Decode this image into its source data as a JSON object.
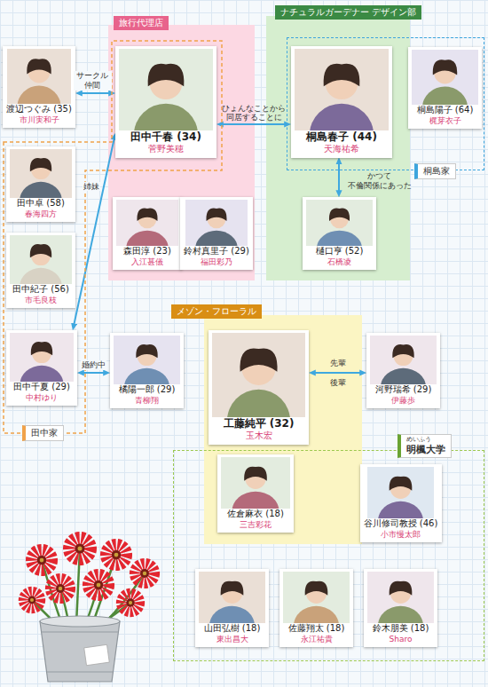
{
  "diagram": {
    "nodes": [
      {
        "text": [
          "旅行代理店"
        ]
      },
      {
        "text": [
          "渡辺つぐみ (35)",
          "市川実和子"
        ]
      },
      {
        "text": [
          "田中千春 (34)",
          "菅野美穂"
        ],
        "in": 0
      },
      {
        "text": [
          "森田淳 (23)",
          "入江甚儀"
        ],
        "in": 0
      },
      {
        "text": [
          "鈴村真里子 (29)",
          "福田彩乃"
        ],
        "in": 0
      },
      {
        "text": [
          "ナチュラルガーデナー デザイン部"
        ]
      },
      {
        "text": [
          "桐島春子 (44)",
          "天海祐希"
        ],
        "in": 5
      },
      {
        "text": [
          "樋口亨 (52)",
          "石橋凌"
        ],
        "in": 5
      },
      {
        "text": [
          "桐島家"
        ]
      },
      {
        "text": [
          "桐島陽子 (64)",
          "梶芽衣子"
        ],
        "in": 8
      },
      {
        "text": [
          "田中家"
        ]
      },
      {
        "text": [
          "田中卓 (58)",
          "春海四方"
        ],
        "in": 10
      },
      {
        "text": [
          "田中紀子 (56)",
          "市毛良枝"
        ],
        "in": 10
      },
      {
        "text": [
          "田中千夏 (29)",
          "中村ゆり"
        ],
        "in": 10
      },
      {
        "text": [
          "橘陽一郎 (29)",
          "青柳翔"
        ]
      },
      {
        "text": [
          "メゾン・フローラル"
        ]
      },
      {
        "text": [
          "工藤純平 (32)",
          "玉木宏"
        ],
        "in": 15
      },
      {
        "text": [
          "佐倉麻衣 (18)",
          "三吉彩花"
        ],
        "in": 15
      },
      {
        "text": [
          "河野瑞希 (29)",
          "伊藤歩"
        ]
      },
      {
        "text": [
          "めいふう",
          "明楓大学"
        ]
      },
      {
        "text": [
          "谷川修司教授 (46)",
          "小市慢太郎"
        ],
        "in": 19
      },
      {
        "text": [
          "山田弘樹 (18)",
          "東出昌大"
        ],
        "in": 19
      },
      {
        "text": [
          "佐藤翔太 (18)",
          "永江祐貴"
        ],
        "in": 19
      },
      {
        "text": [
          "鈴木朋美 (18)",
          "Sharo"
        ],
        "in": 19
      }
    ],
    "edges": [
      {
        "from": 1,
        "to": 2,
        "label": "サークル 仲間",
        "arrow": "both"
      },
      {
        "from": 2,
        "to": 6,
        "label": "ひょんなことから 同居することに",
        "arrow": "both"
      },
      {
        "from": 6,
        "to": 7,
        "label": "かつて 不倫関係にあった",
        "arrow": "both"
      },
      {
        "from": 2,
        "to": 13,
        "label": "姉妹",
        "arrow": "both"
      },
      {
        "from": 13,
        "to": 14,
        "label": "婚約中",
        "arrow": "both"
      },
      {
        "from": 16,
        "to": 18,
        "label": "先輩 後輩",
        "arrow": "both"
      }
    ]
  }
}
